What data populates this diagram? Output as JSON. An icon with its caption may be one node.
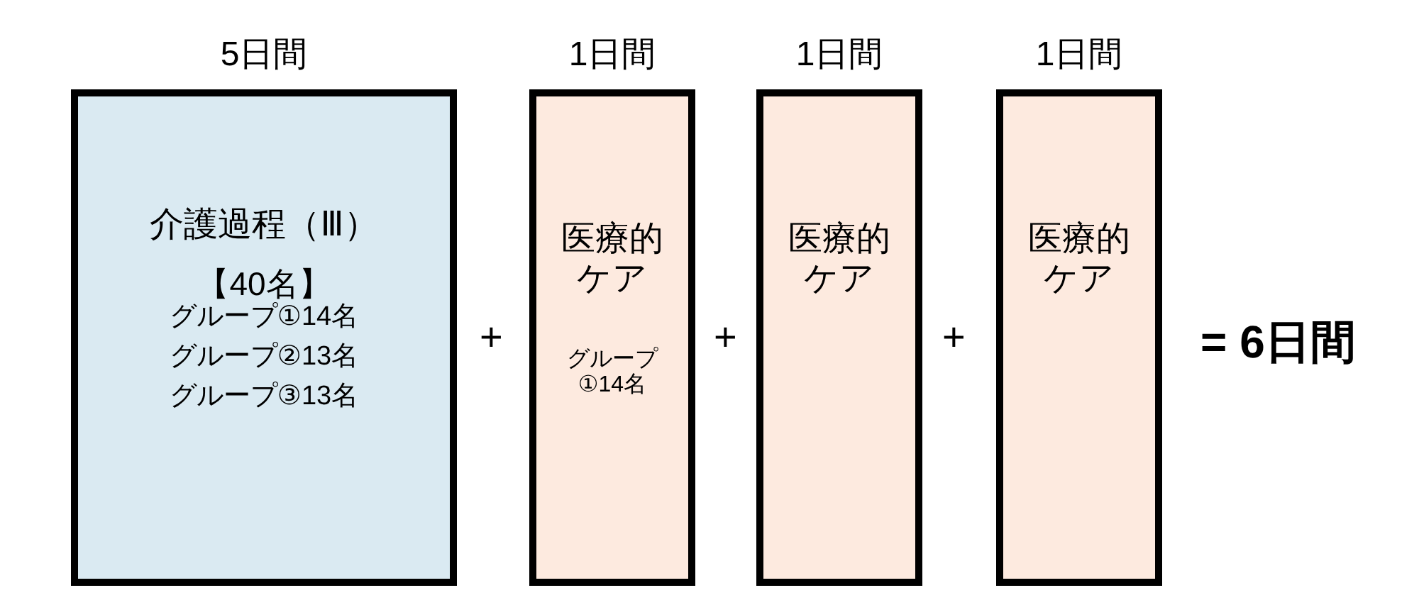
{
  "diagram": {
    "nodes": [
      {
        "text": [
          "5日間",
          "介護過程（Ⅲ）",
          "【40名】",
          "グループ①14名",
          "グループ②13名",
          "グループ③13名"
        ]
      },
      {
        "text": [
          "1日間",
          "医療的ケア",
          "グループ①14名"
        ]
      },
      {
        "text": [
          "1日間",
          "医療的ケア"
        ]
      },
      {
        "text": [
          "1日間",
          "医療的ケア"
        ]
      }
    ],
    "labels": [
      "+",
      "+",
      "+",
      "= 6日間"
    ]
  }
}
